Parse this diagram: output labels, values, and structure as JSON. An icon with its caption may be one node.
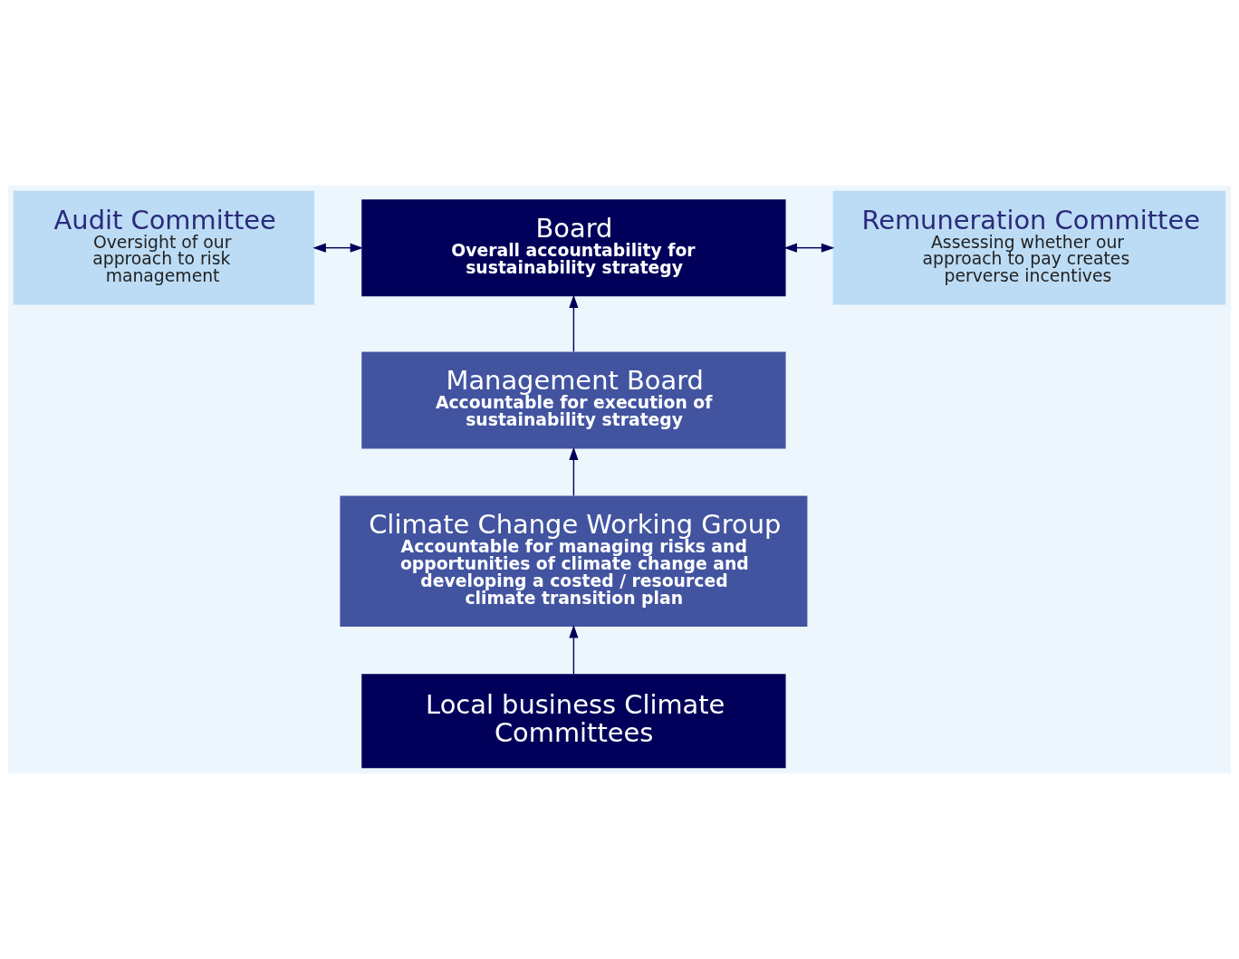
{
  "diagram": {
    "nodes": [
      {
        "text": [
          "Audit Committee",
          "Oversight of our approach to risk management"
        ]
      },
      {
        "text": [
          "Board",
          "Overall accountability for sustainability strategy"
        ]
      },
      {
        "text": [
          "Remuneration Committee",
          "Assessing whether our approach to pay creates perverse incentives"
        ]
      },
      {
        "text": [
          "Management Board",
          "Accountable for execution of sustainability strategy"
        ]
      },
      {
        "text": [
          "Climate Change Working Group",
          "Accountable for managing risks and opportunities of climate change and developing a costed / resourced climate transition plan"
        ]
      },
      {
        "text": [
          "Local business Climate Committees"
        ]
      }
    ],
    "edges": [
      {
        "from": 0,
        "to": 1,
        "arrow": "both"
      },
      {
        "from": 1,
        "to": 2,
        "arrow": "both"
      },
      {
        "from": 3,
        "to": 1,
        "arrow": "to"
      },
      {
        "from": 4,
        "to": 3,
        "arrow": "to"
      },
      {
        "from": 5,
        "to": 4,
        "arrow": "to"
      }
    ]
  }
}
